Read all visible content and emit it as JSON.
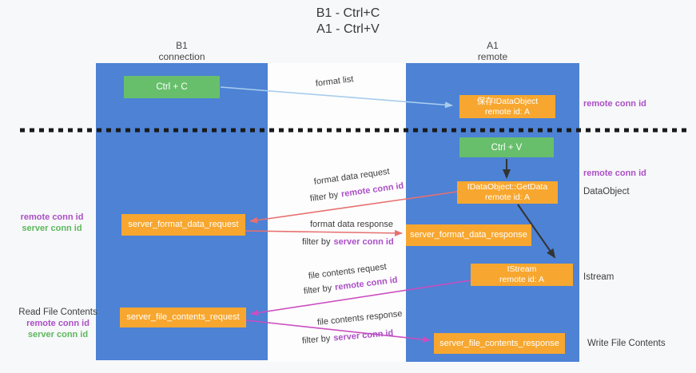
{
  "title": {
    "line1": "B1 - Ctrl+C",
    "line2": "A1 - Ctrl+V"
  },
  "lifelines": {
    "b1": {
      "name": "B1",
      "subtitle": "connection"
    },
    "a1": {
      "name": "A1",
      "subtitle": "remote"
    }
  },
  "nodes": {
    "ctrl_c": {
      "label": "Ctrl + C"
    },
    "ctrl_v": {
      "label": "Ctrl + V"
    },
    "save_idataobject": {
      "line1": "保存IDataObject",
      "line2": "remote id: A"
    },
    "idataobject_getdata": {
      "line1": "IDataObject::GetData",
      "line2": "remote id: A"
    },
    "istream": {
      "line1": "IStream",
      "line2": "remote id: A"
    },
    "server_format_data_request": {
      "label": "server_format_data_request"
    },
    "server_format_data_response": {
      "label": "server_format_data_response"
    },
    "server_file_contents_request": {
      "label": "server_file_contents_request"
    },
    "server_file_contents_response": {
      "label": "server_file_contents_response"
    }
  },
  "edge_labels": {
    "format_list": "format list",
    "format_data_request": "format data request",
    "format_data_response": "format data response",
    "file_contents_request": "file contents request",
    "file_contents_response": "file contents response",
    "filter_by": "filter by",
    "remote_conn_id": "remote conn id",
    "server_conn_id": "server conn id"
  },
  "side_labels": {
    "remote_conn_id": "remote conn id",
    "server_conn_id": "server conn id",
    "dataobject": "DataObject",
    "istream": "Istream",
    "read_file_contents": "Read File Contents",
    "write_file_contents": "Write File Contents"
  },
  "colors": {
    "lifeline_blue": "#4d82d5",
    "node_green": "#67bf6b",
    "node_orange": "#f7a72f",
    "arrow_blue": "#a8cdec",
    "arrow_red": "#e87070",
    "arrow_magenta": "#cb4ec0",
    "arrow_black": "#333333",
    "dashed_line": "#1a1a1a",
    "label_purple": "#ab4fc7",
    "label_green": "#5db75d"
  }
}
